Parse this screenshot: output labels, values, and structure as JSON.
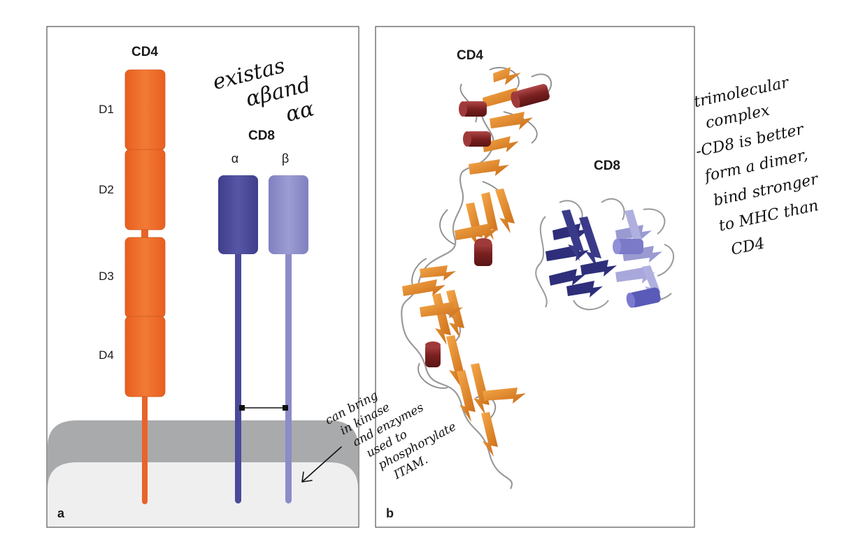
{
  "panel_a": {
    "letter": "a",
    "cd4": {
      "title": "CD4",
      "domains": [
        "D1",
        "D2",
        "D3",
        "D4"
      ]
    },
    "cd8": {
      "title": "CD8",
      "alpha_label": "α",
      "beta_label": "β"
    }
  },
  "panel_b": {
    "letter": "b",
    "cd4_label": "CD4",
    "cd8_label": "CD8"
  },
  "annotations": {
    "top_note": [
      "existas",
      "αβand",
      "αα"
    ],
    "right_note": [
      "trimolecular",
      "complex",
      "-CD8 is better",
      "form a dimer,",
      "bind stronger",
      "to MHC than",
      "CD4"
    ],
    "bottom_note": [
      "can bring",
      "in kinase",
      "and enzymes",
      "used to",
      "phosphorylate",
      "ITAM."
    ]
  },
  "colors": {
    "cd4_orange": "#f07230",
    "cd8_alpha": "#4a4a9a",
    "cd8_beta": "#8c8cc8",
    "membrane_gray": "#a9aaac",
    "cytoplasm": "#efeff0",
    "helix_red": "#8a2a2a",
    "sheet_orange": "#e88a2a"
  }
}
